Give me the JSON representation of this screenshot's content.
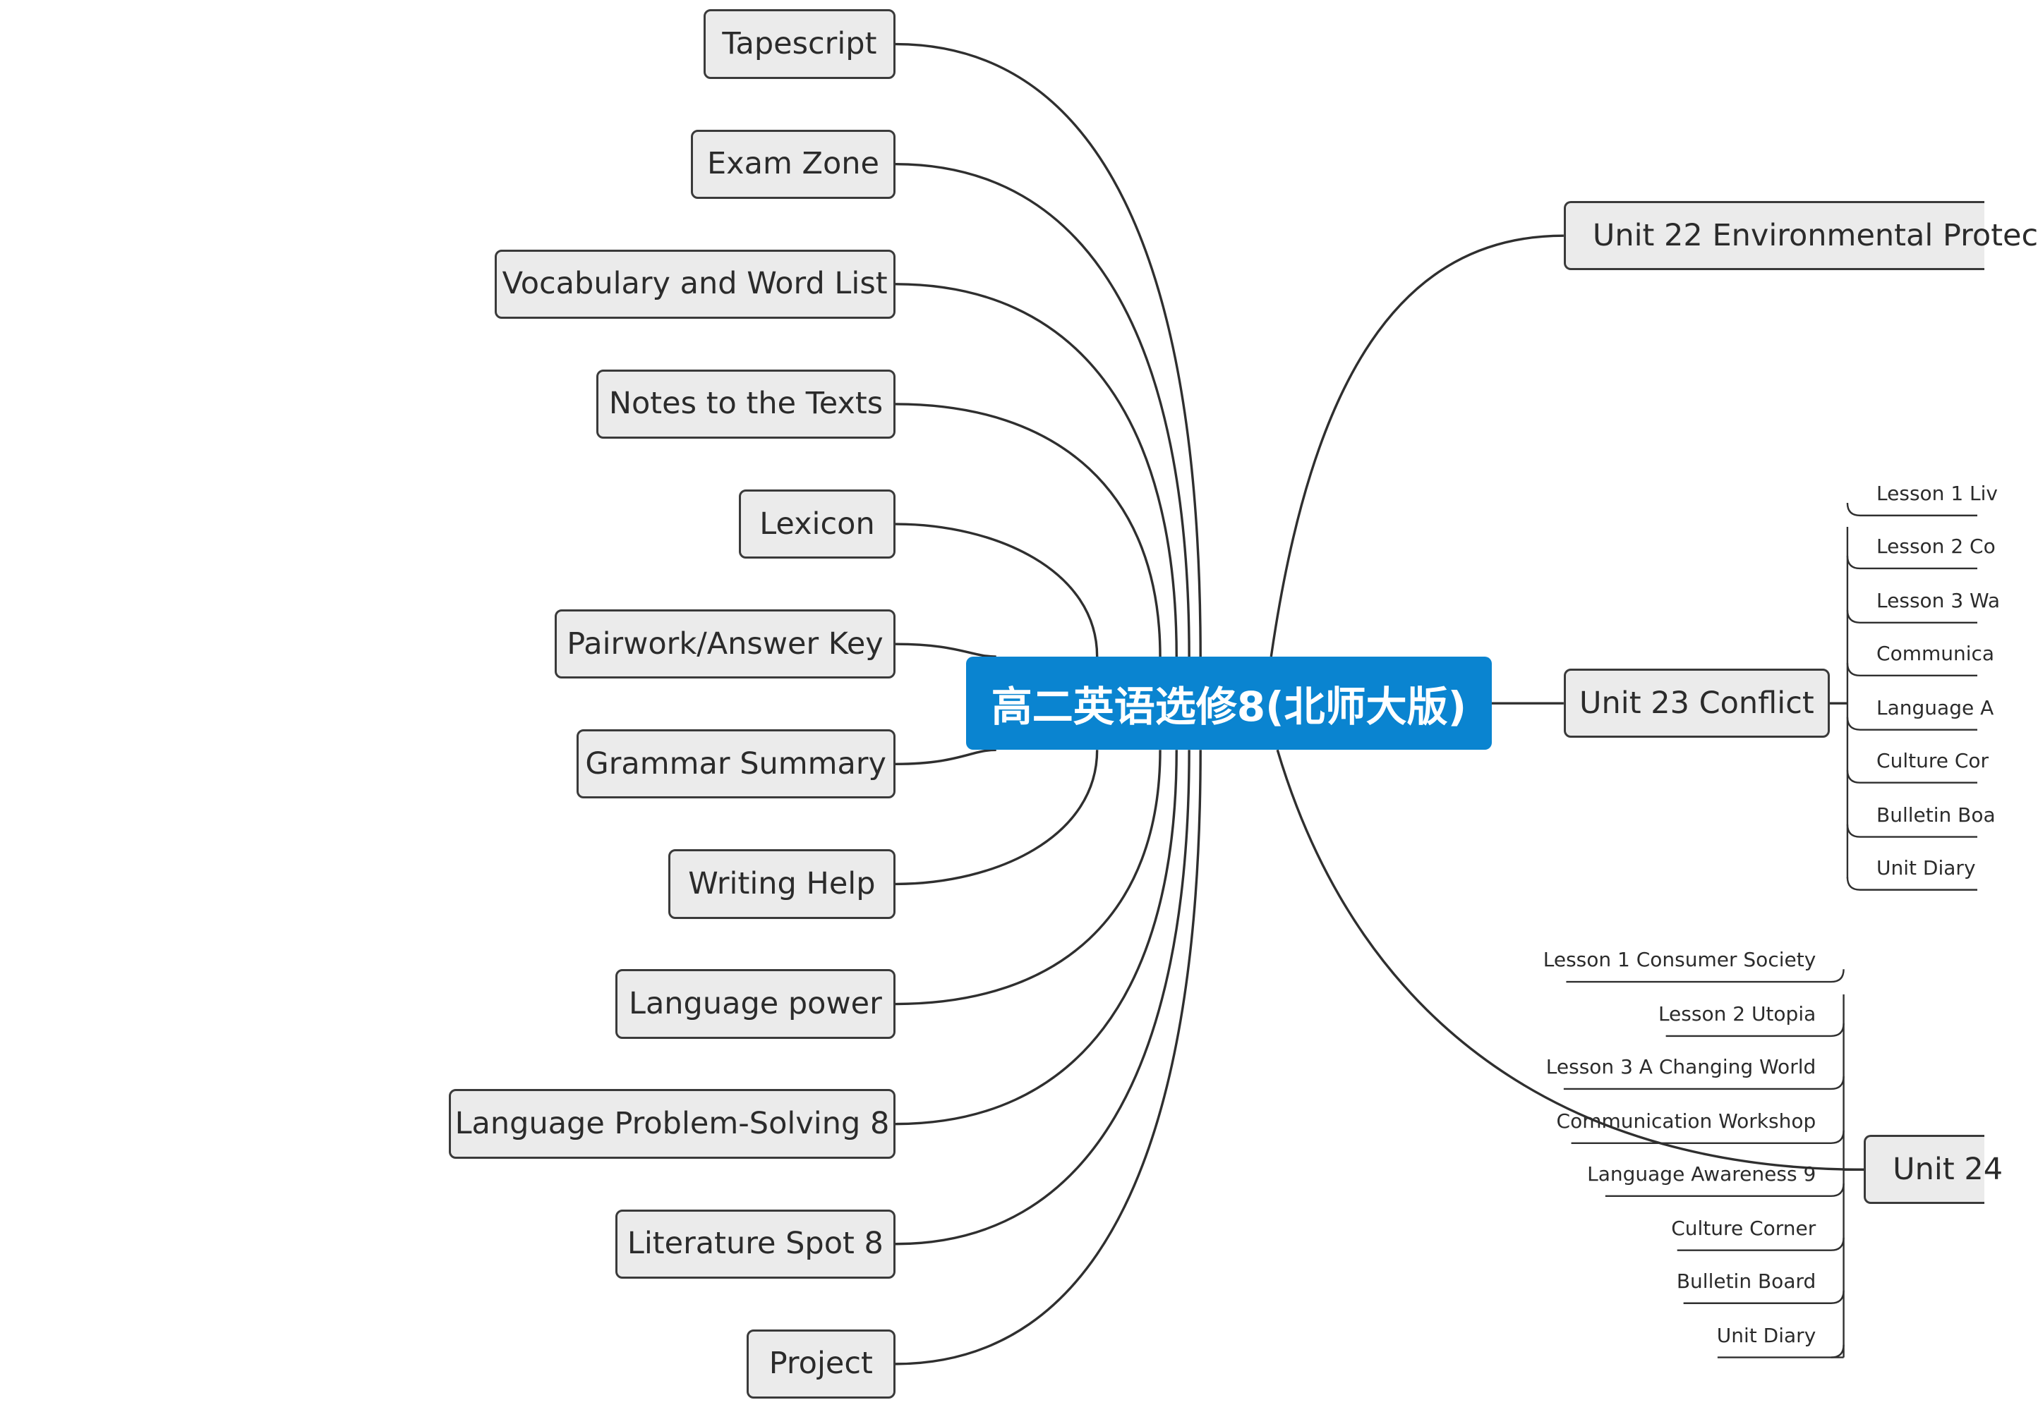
{
  "root": {
    "label": "高二英语选修8(北师大版)",
    "color": "#0a84d0"
  },
  "colors": {
    "line": "#2f2f2f",
    "node_fill": "#ebebeb",
    "node_border": "#3a3a3a",
    "text": "#2b2b2b"
  },
  "left_topics": [
    "Tapescript",
    "Exam Zone",
    "Vocabulary and Word List",
    "Notes to the Texts",
    "Lexicon",
    "Pairwork/Answer Key",
    "Grammar Summary",
    "Writing Help",
    "Language power",
    "Language Problem-Solving 8",
    "Literature Spot 8",
    "Project"
  ],
  "right_topics": [
    {
      "label": "Unit 22 Environmental Protec",
      "children": []
    },
    {
      "label": "Unit 23 Conflict",
      "children": [
        "Lesson 1 Liv",
        "Lesson 2 Co",
        "Lesson 3 Wa",
        "Communica",
        "Language A",
        "Culture Cor",
        "Bulletin Boa",
        "Unit Diary"
      ]
    },
    {
      "label": "Unit 24",
      "children": [
        "Lesson 1 Consumer Society",
        "Lesson 2 Utopia",
        "Lesson 3 A Changing World",
        "Communication Workshop",
        "Language Awareness 9",
        "Culture Corner",
        "Bulletin Board",
        "Unit Diary"
      ]
    }
  ]
}
